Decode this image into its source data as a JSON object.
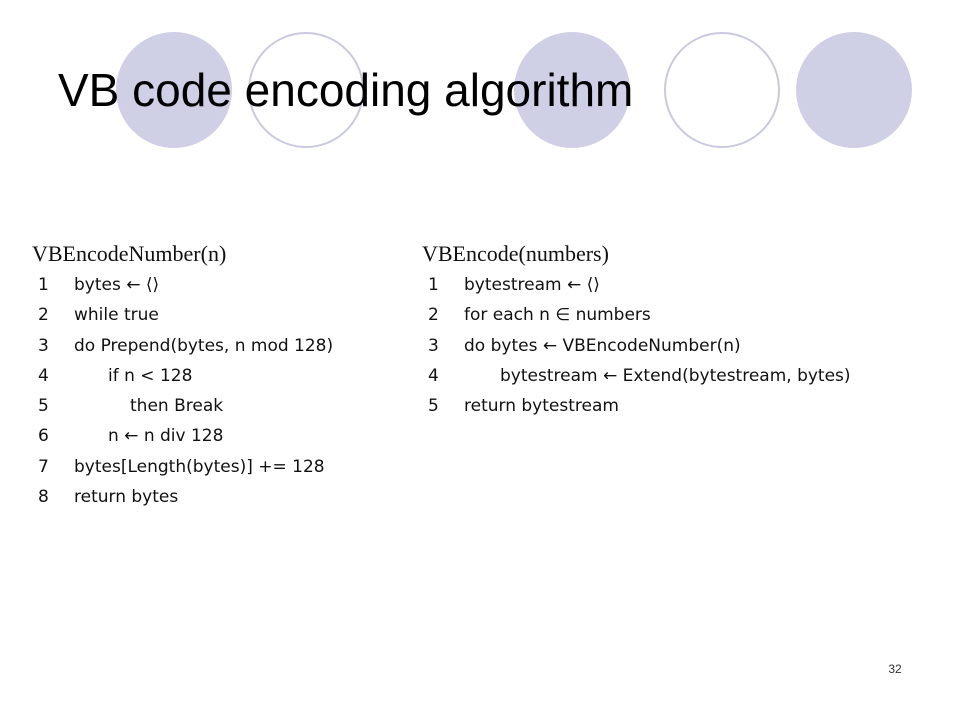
{
  "slide": {
    "title": "VB code encoding algorithm",
    "page_number": "32"
  },
  "colors": {
    "circle_fill": "#cfcfe6",
    "circle_ring": "#c9c9e0",
    "text": "#000000"
  },
  "left_algorithm": {
    "header": "VBEncodeNumber(n)",
    "lines": [
      {
        "number": "1",
        "code": "bytes ← ⟨⟩"
      },
      {
        "number": "2",
        "code": "while true"
      },
      {
        "number": "3",
        "code": "do Prepend(bytes, n mod 128)"
      },
      {
        "number": "4",
        "code": "if n < 128"
      },
      {
        "number": "5",
        "code": "then Break"
      },
      {
        "number": "6",
        "code": "n ← n div 128"
      },
      {
        "number": "7",
        "code": "bytes[Length(bytes)] += 128"
      },
      {
        "number": "8",
        "code": "return bytes"
      }
    ]
  },
  "right_algorithm": {
    "header": "VBEncode(numbers)",
    "lines": [
      {
        "number": "1",
        "code": "bytestream ← ⟨⟩"
      },
      {
        "number": "2",
        "code": "for each n ∈ numbers"
      },
      {
        "number": "3",
        "code": "do bytes ← VBEncodeNumber(n)"
      },
      {
        "number": "4",
        "code": "bytestream ← Extend(bytestream, bytes)"
      },
      {
        "number": "5",
        "code": "return bytestream"
      }
    ]
  }
}
